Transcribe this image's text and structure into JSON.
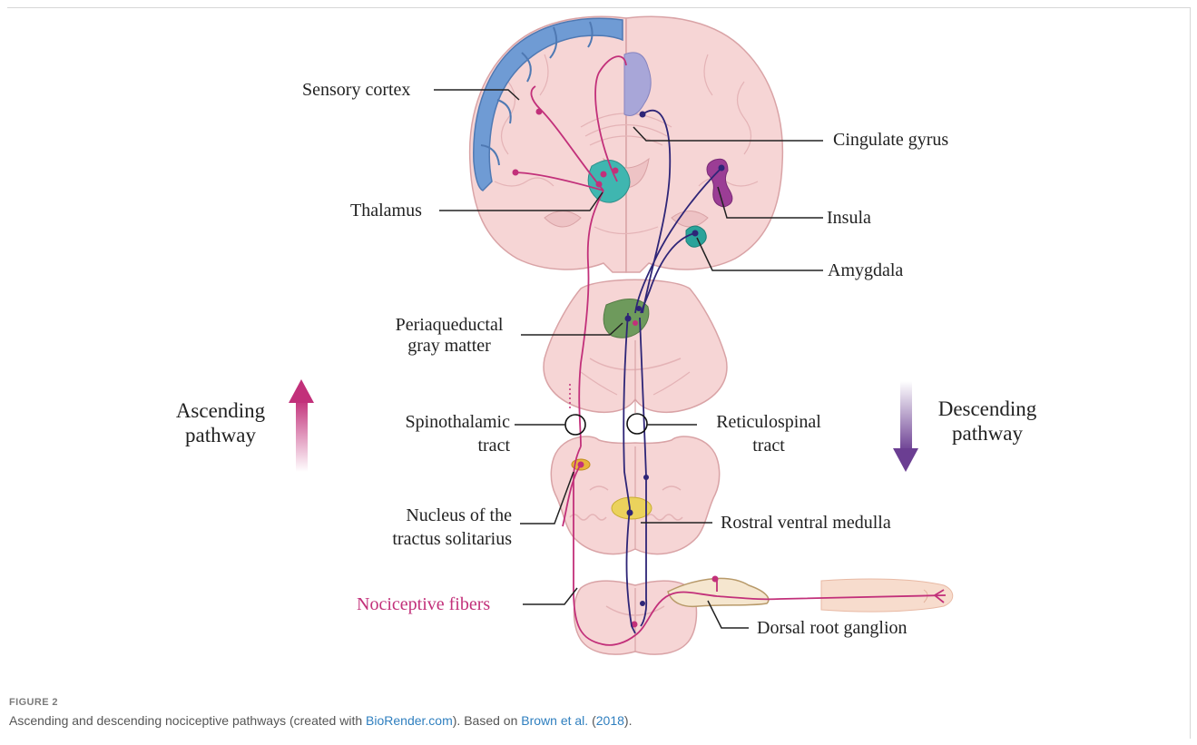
{
  "labels": {
    "sensory_cortex": "Sensory cortex",
    "cingulate_gyrus": "Cingulate gyrus",
    "thalamus": "Thalamus",
    "insula": "Insula",
    "amygdala": "Amygdala",
    "periaqueductal_1": "Periaqueductal",
    "periaqueductal_2": "gray matter",
    "spinothalamic_1": "Spinothalamic",
    "spinothalamic_2": "tract",
    "reticulospinal_1": "Reticulospinal",
    "reticulospinal_2": "tract",
    "ascending_1": "Ascending",
    "ascending_2": "pathway",
    "descending_1": "Descending",
    "descending_2": "pathway",
    "nucleus_1": "Nucleus of the",
    "nucleus_2": "tractus solitarius",
    "rostral_ventral_medulla": "Rostral ventral medulla",
    "nociceptive_fibers": "Nociceptive fibers",
    "dorsal_root_ganglion": "Dorsal root ganglion"
  },
  "caption": {
    "figure_number": "FIGURE 2",
    "text_1": "Ascending and descending nociceptive pathways (created with ",
    "link_biorender": "BioRender.com",
    "text_2": "). Based on ",
    "link_author": "Brown et al.",
    "text_3": " (",
    "link_year": "2018",
    "text_4": ")."
  },
  "colors": {
    "ascending": "#c2307a",
    "descending": "#2e2577",
    "brain_tissue": "#f6d5d5",
    "sensory_cortex": "#6f9bd4",
    "cingulate_gyrus": "#a8a6d8",
    "thalamus": "#3fb6b0",
    "insula": "#9b3d95",
    "amygdala": "#2aa39a",
    "pag": "#6e9a5c",
    "nts": "#e9b43a",
    "rvm": "#ebd25c"
  }
}
